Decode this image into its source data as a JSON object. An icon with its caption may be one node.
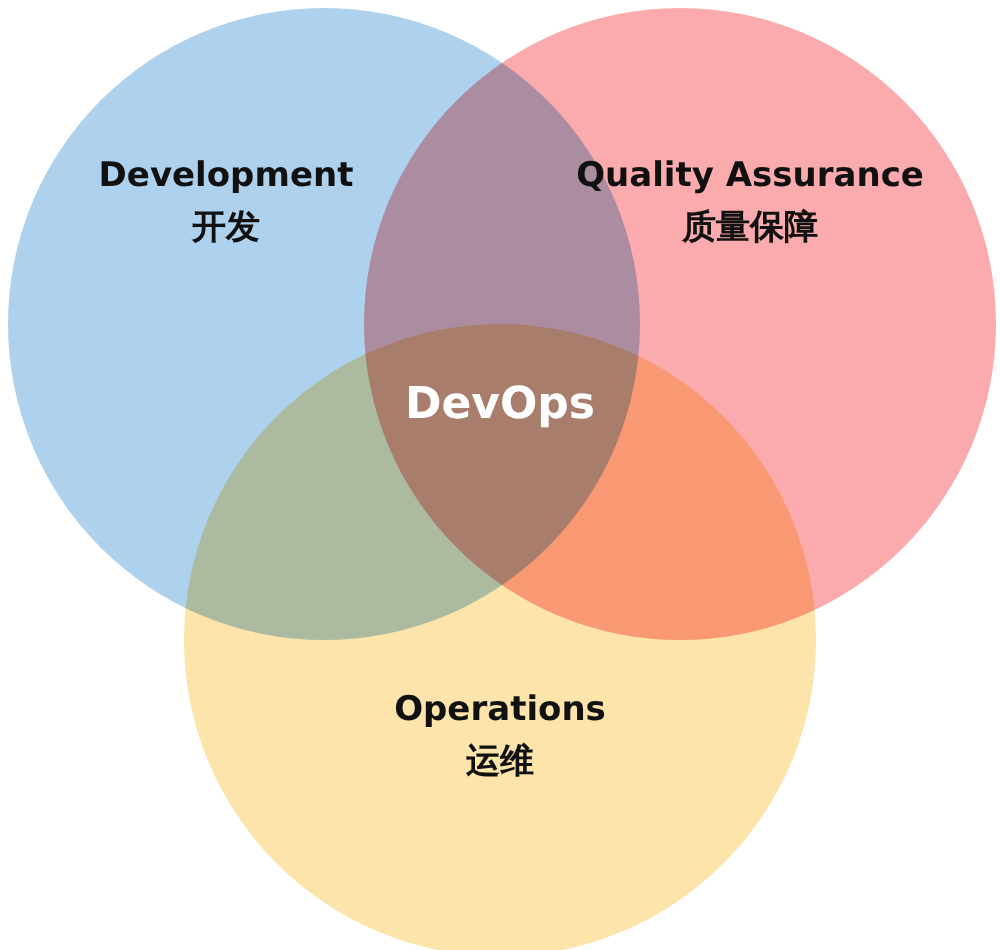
{
  "diagram": {
    "nodes": [
      {
        "text": [
          "Development",
          "开发"
        ]
      },
      {
        "text": [
          "Quality Assurance",
          "质量保障"
        ]
      },
      {
        "text": [
          "Operations",
          "运维"
        ]
      }
    ],
    "labels": [
      "DevOps"
    ]
  }
}
